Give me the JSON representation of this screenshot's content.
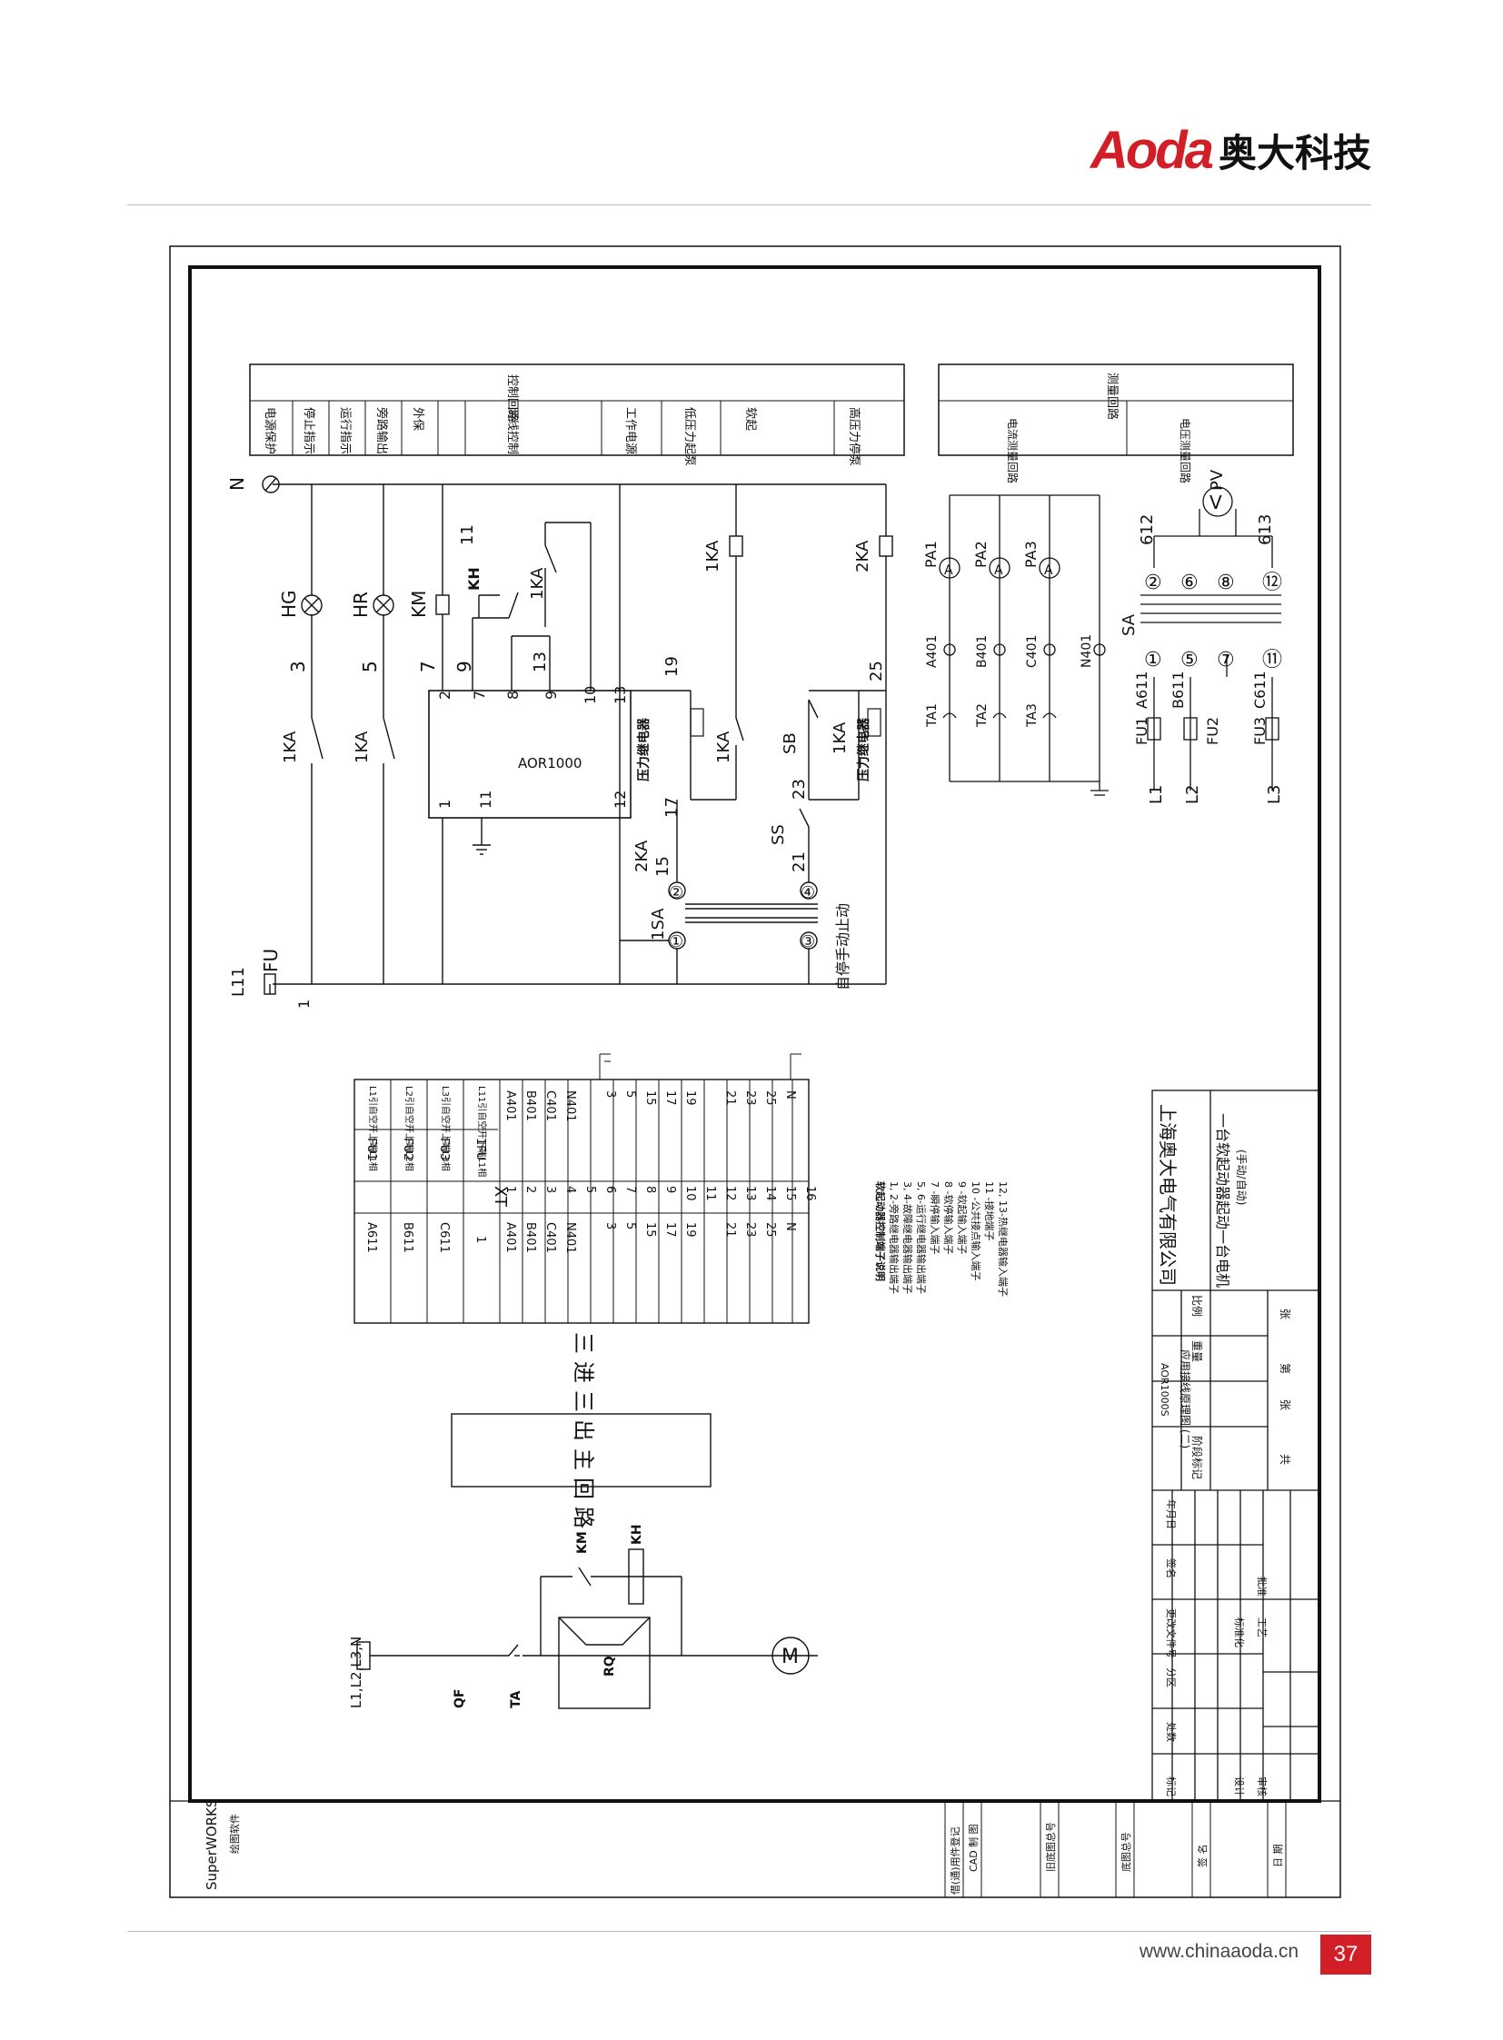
{
  "header": {
    "brand": "Aoda",
    "brand_cn": "奥大科技"
  },
  "footer": {
    "url": "www.chinaaoda.cn",
    "page": "37"
  },
  "control_header": {
    "title": "控制回路",
    "cells": [
      "电源保护",
      "停止指示",
      "运行指示",
      "旁路输出",
      "外保",
      "两线控制",
      "工作电源",
      "低压力起泵",
      "软起",
      "高压力停泵"
    ]
  },
  "measure_header": {
    "title": "测量回路",
    "cells": [
      "电流测量回路",
      "电压测量回路"
    ]
  },
  "control": {
    "N": "N",
    "L11": "L11",
    "FU": "FU",
    "one": "1",
    "HG": "HG",
    "HR": "HR",
    "KM": "KM",
    "KH": "KH",
    "w3": "3",
    "w5": "5",
    "w7": "7",
    "w9": "9",
    "w11": "11",
    "w13": "13",
    "w17": "17",
    "w19": "19",
    "w21": "21",
    "w23": "23",
    "w25": "25",
    "w15": "15",
    "KA1": "1KA",
    "KA2": "2KA",
    "aor": "AOR1000",
    "pins": [
      "2",
      "7",
      "8",
      "9",
      "10",
      "13",
      "1",
      "11",
      "12"
    ],
    "press": "压力继电器",
    "SB": "SB",
    "SS": "SS",
    "SA1": "1SA",
    "mode": "自停手动止动",
    "c1": "①",
    "c2": "②",
    "c3": "③",
    "c4": "④"
  },
  "measure": {
    "PV": "PV",
    "PA1": "PA1",
    "PA2": "PA2",
    "PA3": "PA3",
    "TA1": "TA1",
    "TA2": "TA2",
    "TA3": "TA3",
    "A401": "A401",
    "B401": "B401",
    "C401": "C401",
    "N401": "N401",
    "A611": "A611",
    "B611": "B611",
    "C611": "C611",
    "FU1": "FU1",
    "FU2": "FU2",
    "FU3": "FU3",
    "L1": "L1",
    "L2": "L2",
    "L3": "L3",
    "SA": "SA",
    "n612": "612",
    "n613": "613",
    "circ": [
      "①",
      "②",
      "⑤",
      "⑥",
      "⑦",
      "⑧",
      "⑪",
      "⑫"
    ]
  },
  "terminal": {
    "fuse_notes": [
      "L1引自空开上端L1相",
      "L2引自空开上端L2相",
      "L3引自空开上端L3相",
      "L11引自空开下端L1相"
    ],
    "fuses": [
      "FU1",
      "FU2",
      "FU3",
      "1FU"
    ],
    "left": [
      "A611",
      "B611",
      "C611",
      "1"
    ],
    "XT": "XT",
    "ext_left": [
      "A401",
      "B401",
      "C401",
      "N401",
      "",
      "3",
      "5",
      "15",
      "17",
      "19",
      "",
      "21",
      "23",
      "25",
      "N",
      ""
    ],
    "num": [
      "1",
      "2",
      "3",
      "4",
      "5",
      "6",
      "7",
      "8",
      "9",
      "10",
      "11",
      "12",
      "13",
      "14",
      "15",
      "16"
    ],
    "ext_right": [
      "A401",
      "B401",
      "C401",
      "N401",
      "",
      "3",
      "5",
      "15",
      "17",
      "19",
      "",
      "21",
      "23",
      "25",
      "N",
      ""
    ]
  },
  "notes": {
    "title": "软起动器控制端子说明",
    "lines": [
      "1, 2-旁路继电器输出端子",
      "3, 4-故障继电器输出端子",
      "5, 6-运行继电器输出端子",
      "7 -瞬停输入端子",
      "8 -软停输入端子",
      "9 -软起输入端子",
      "10 -公共接点输入端子",
      "11 -接地端子",
      "12, 13-热继电器输入端子"
    ]
  },
  "main_circuit": {
    "box": "三进三出主回路",
    "lines": "L1,L2,L3,N",
    "QF": "QF",
    "TA": "TA",
    "RQ": "RQ",
    "KM": "KM",
    "KH": "KH",
    "M": "M"
  },
  "title_block": {
    "company": "上海奥大电气有限公司",
    "drawing": "一台软起动器起动一台电机",
    "mode": "(手动/自动)",
    "model": "AOR1000S",
    "subtitle": "应用接线原理图 (二)",
    "stage": "阶段标记",
    "weight": "重量",
    "scale": "比例",
    "sheet": [
      "共",
      "张",
      "第",
      "张"
    ],
    "rev_headers": [
      "标记",
      "处数",
      "分区",
      "更改文件号",
      "签名",
      "年月日"
    ],
    "roles": [
      "设计",
      "标准化",
      "审核",
      "工艺",
      "批准"
    ]
  },
  "side_bar": {
    "software": "SuperWORKS",
    "software_sub": "绘图软件",
    "cells": [
      "借(通)用件登记",
      "CAD 制 图",
      "旧底图总号",
      "底图总号",
      "签 名",
      "日 期"
    ]
  }
}
